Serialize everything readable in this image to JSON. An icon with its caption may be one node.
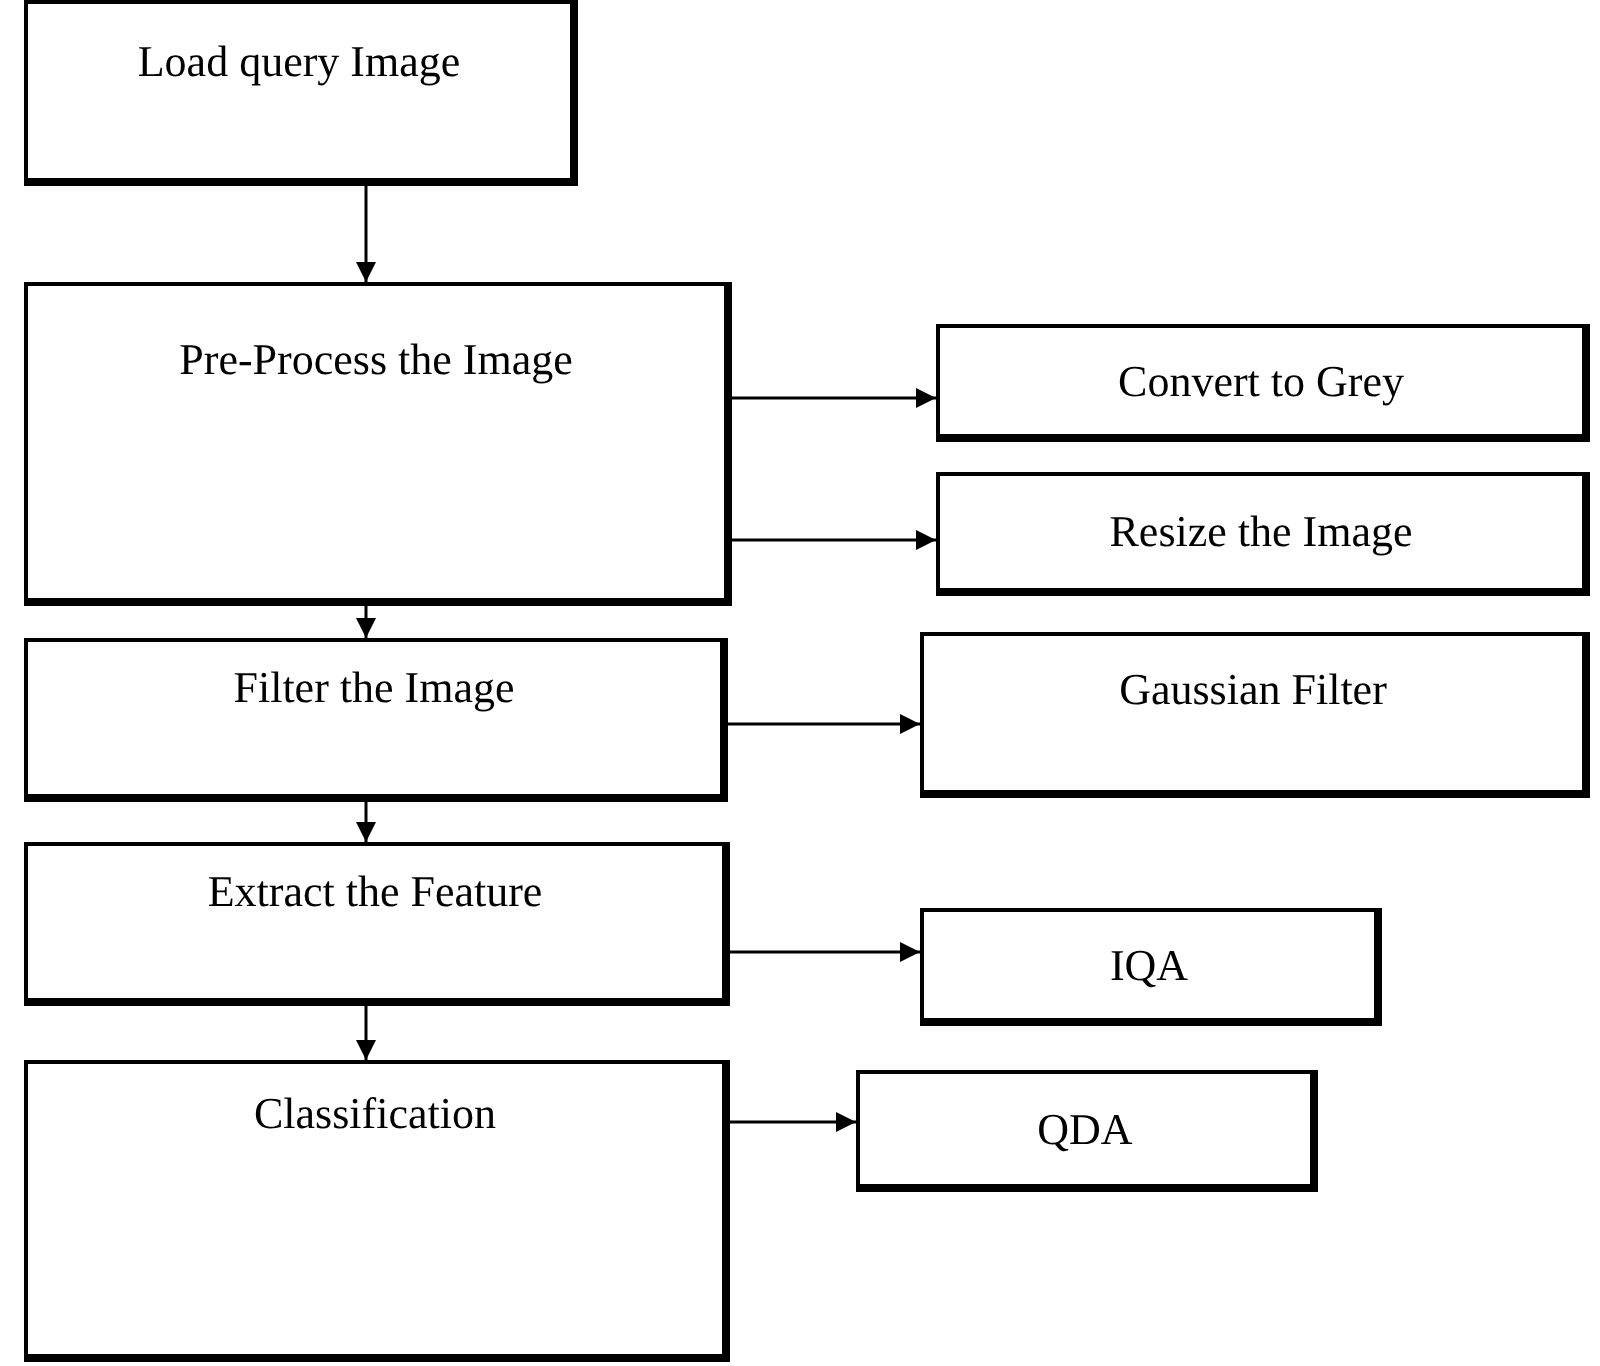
{
  "diagram": {
    "nodes": [
      {
        "text": [
          "Load query Image"
        ]
      },
      {
        "text": [
          "Pre-Process the Image"
        ]
      },
      {
        "text": [
          "Convert to Grey"
        ]
      },
      {
        "text": [
          "Resize the Image"
        ]
      },
      {
        "text": [
          "Filter the Image"
        ]
      },
      {
        "text": [
          "Gaussian Filter"
        ]
      },
      {
        "text": [
          "Extract the Feature"
        ]
      },
      {
        "text": [
          "IQA"
        ]
      },
      {
        "text": [
          "Classification"
        ]
      },
      {
        "text": [
          "QDA"
        ]
      }
    ],
    "edges": [
      {
        "from": 0,
        "to": 1,
        "arrow": "to"
      },
      {
        "from": 1,
        "to": 2,
        "arrow": "to"
      },
      {
        "from": 1,
        "to": 3,
        "arrow": "to"
      },
      {
        "from": 1,
        "to": 4,
        "arrow": "to"
      },
      {
        "from": 4,
        "to": 5,
        "arrow": "to"
      },
      {
        "from": 4,
        "to": 6,
        "arrow": "to"
      },
      {
        "from": 6,
        "to": 7,
        "arrow": "to"
      },
      {
        "from": 6,
        "to": 8,
        "arrow": "to"
      },
      {
        "from": 8,
        "to": 9,
        "arrow": "to"
      }
    ]
  }
}
